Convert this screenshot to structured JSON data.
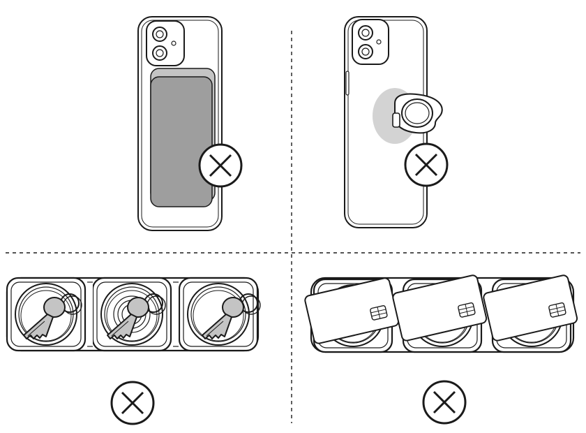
{
  "diagram": {
    "panels": [
      {
        "id": "wallet-case",
        "mark": "prohibited"
      },
      {
        "id": "phone-ring-holder",
        "mark": "prohibited"
      },
      {
        "id": "keys-on-charger",
        "mark": "prohibited"
      },
      {
        "id": "cards-on-charger",
        "mark": "prohibited"
      }
    ]
  },
  "colors": {
    "stroke": "#1a1a1a",
    "accessory_gray": "#9e9e9e",
    "accessory_light": "#c4c4c4",
    "ring_shadow": "#d3d3d3",
    "background": "#ffffff"
  }
}
